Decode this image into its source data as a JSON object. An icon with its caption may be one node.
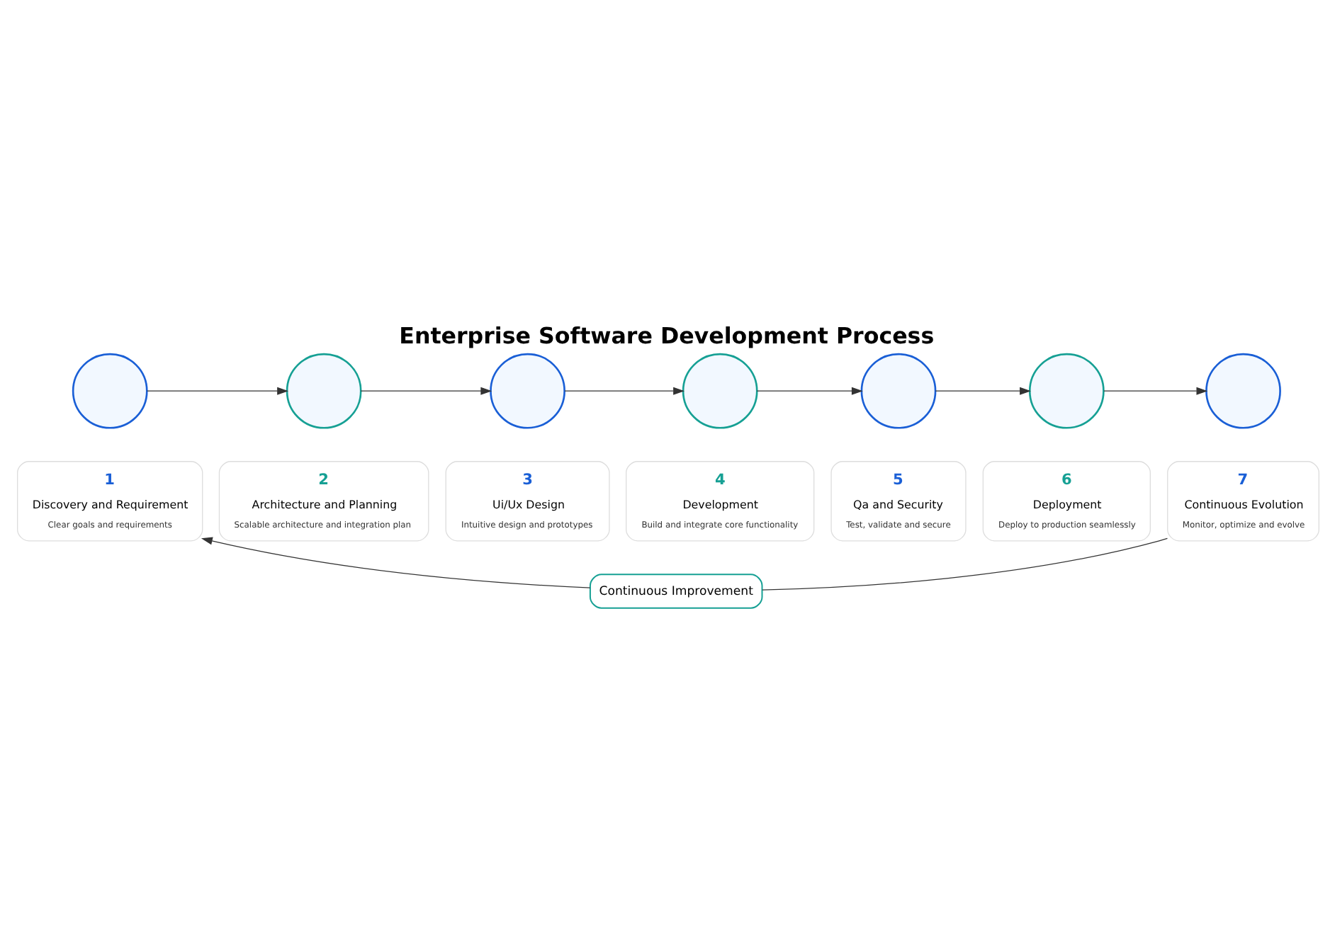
{
  "diagram": {
    "title": "Enterprise Software Development Process",
    "nodes": [
      {
        "text": [],
        "shape": "circle"
      },
      {
        "text": [],
        "shape": "circle"
      },
      {
        "text": [],
        "shape": "circle"
      },
      {
        "text": [],
        "shape": "circle"
      },
      {
        "text": [],
        "shape": "circle"
      },
      {
        "text": [],
        "shape": "circle"
      },
      {
        "text": [],
        "shape": "circle"
      },
      {
        "text": [
          "1",
          "Discovery and Requirement",
          "Clear goals and requirements"
        ]
      },
      {
        "text": [
          "2",
          "Architecture and Planning",
          "Scalable architecture and integration plan"
        ]
      },
      {
        "text": [
          "3",
          "Ui/Ux Design",
          "Intuitive design and prototypes"
        ]
      },
      {
        "text": [
          "4",
          "Development",
          "Build and integrate core functionality"
        ]
      },
      {
        "text": [
          "5",
          "Qa and Security",
          "Test, validate and secure"
        ]
      },
      {
        "text": [
          "6",
          "Deployment",
          "Deploy to production seamlessly"
        ]
      },
      {
        "text": [
          "7",
          "Continuous Evolution",
          "Monitor, optimize and evolve"
        ]
      },
      {
        "text": [
          "Continuous Improvement"
        ]
      }
    ],
    "edges": [
      {
        "from": 0,
        "to": 1,
        "arrow": "to"
      },
      {
        "from": 1,
        "to": 2,
        "arrow": "to"
      },
      {
        "from": 2,
        "to": 3,
        "arrow": "to"
      },
      {
        "from": 3,
        "to": 4,
        "arrow": "to"
      },
      {
        "from": 4,
        "to": 5,
        "arrow": "to"
      },
      {
        "from": 5,
        "to": 6,
        "arrow": "to"
      },
      {
        "from": 13,
        "to": 14,
        "arrow": "none"
      },
      {
        "from": 14,
        "to": 7,
        "arrow": "to"
      }
    ]
  }
}
